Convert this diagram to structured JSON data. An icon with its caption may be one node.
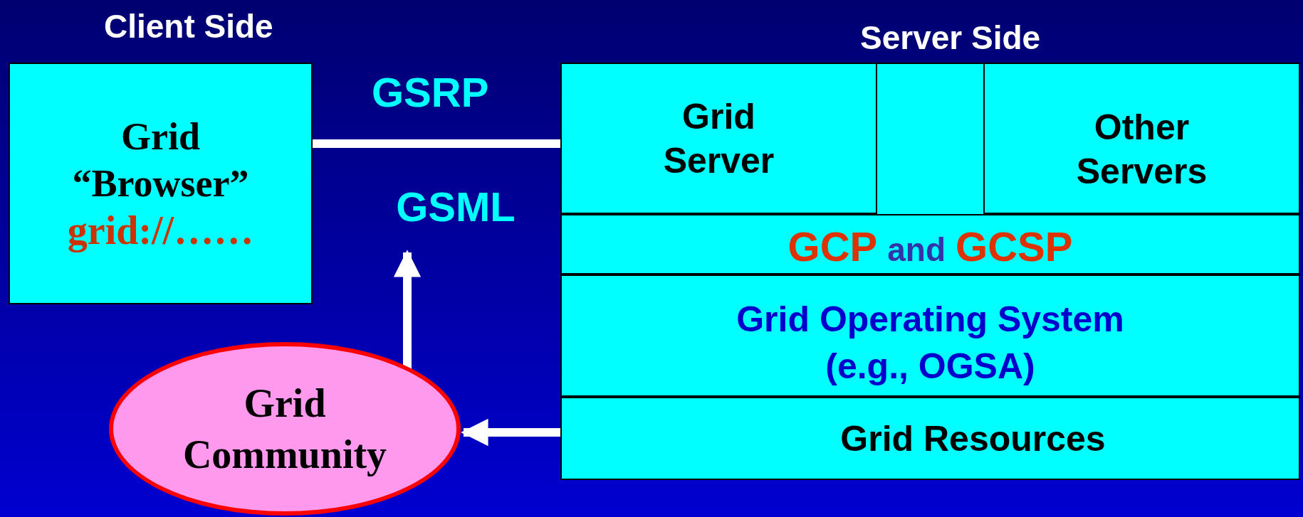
{
  "diagram": {
    "nodes": [
      {
        "text": [
          "Grid “Browser”",
          "grid://……"
        ],
        "beside": [
          "Client Side"
        ]
      },
      {
        "text": [],
        "shape": "box",
        "beside": [
          "Server Side"
        ]
      },
      {
        "text": [
          "Grid Server"
        ],
        "in": 1
      },
      {
        "text": [
          "Other Servers"
        ],
        "in": 1
      },
      {
        "text": [
          "GCP",
          "and",
          "GCSP"
        ],
        "in": 1
      },
      {
        "text": [
          "Grid Operating System (e.g., OGSA)"
        ],
        "in": 1
      },
      {
        "text": [
          "Grid Resources"
        ],
        "in": 1
      },
      {
        "text": [
          "Grid Community"
        ]
      },
      {
        "text": [
          "GSML"
        ]
      }
    ],
    "edges": [
      {
        "from": 0,
        "to": 2,
        "arrow": "none",
        "label": "GSRP"
      },
      {
        "from": 7,
        "to": 8,
        "arrow": "to"
      },
      {
        "from": 6,
        "to": 7,
        "arrow": "to"
      }
    ]
  }
}
